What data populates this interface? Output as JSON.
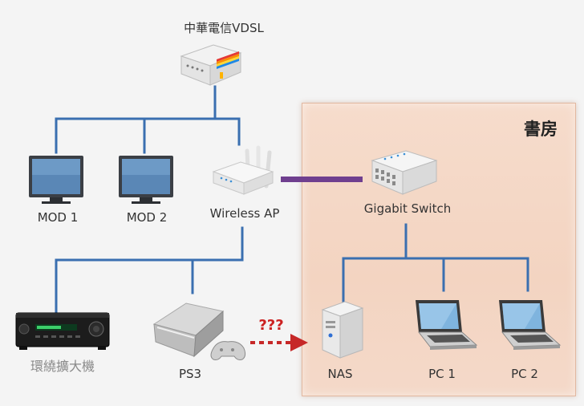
{
  "room": {
    "title": "書房"
  },
  "devices": {
    "vdsl": {
      "label": "中華電信VDSL",
      "icon": "modem-icon"
    },
    "mod1": {
      "label": "MOD 1",
      "icon": "monitor-icon"
    },
    "mod2": {
      "label": "MOD 2",
      "icon": "monitor-icon"
    },
    "wireless_ap": {
      "label": "Wireless AP",
      "icon": "wireless-router-icon"
    },
    "gigabit_switch": {
      "label": "Gigabit Switch",
      "icon": "network-switch-icon"
    },
    "receiver": {
      "label": "環繞擴大機",
      "icon": "av-receiver-icon"
    },
    "ps3": {
      "label": "PS3",
      "icon": "game-console-icon"
    },
    "nas": {
      "label": "NAS",
      "icon": "server-tower-icon"
    },
    "pc1": {
      "label": "PC 1",
      "icon": "laptop-icon"
    },
    "pc2": {
      "label": "PC 2",
      "icon": "laptop-icon"
    }
  },
  "annotation": {
    "question": "???"
  },
  "colors": {
    "line_blue": "#3a6fb0",
    "link_purple": "#6f3f8f",
    "arrow_red": "#c62828",
    "room_fill": "#f4d6c4"
  }
}
